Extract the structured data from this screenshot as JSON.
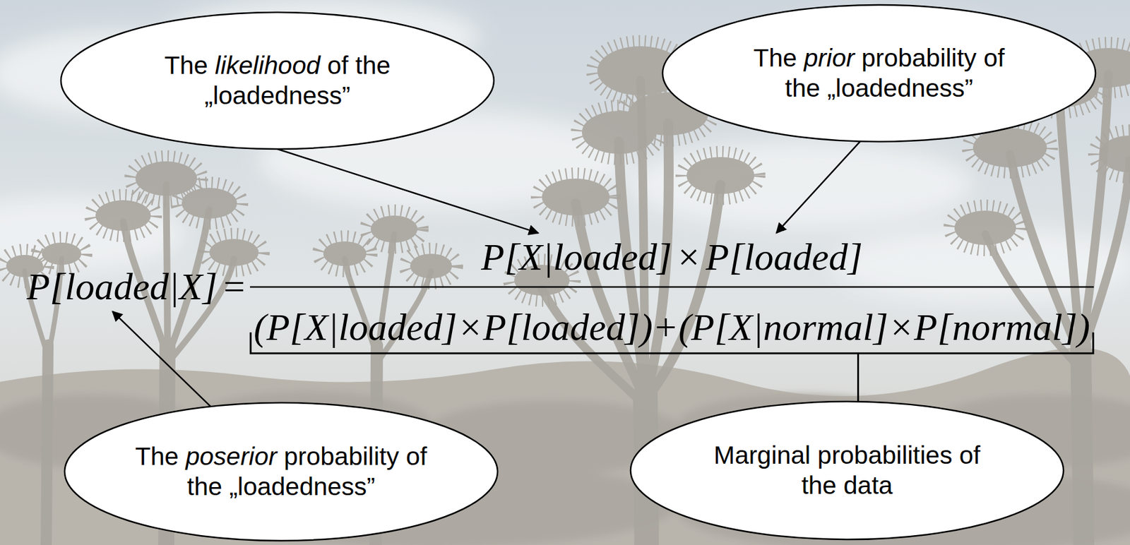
{
  "diagram": {
    "nodes": [
      {
        "text": [
          "The likelihood of the „loadedness”"
        ]
      },
      {
        "text": [
          "The prior probability of the „loadedness”"
        ]
      },
      {
        "text": [
          "The poserior probability of the „loadedness”"
        ]
      },
      {
        "text": [
          "Marginal probabilities of the data"
        ]
      }
    ],
    "labels": [
      "P[loaded|X]",
      "=",
      "P[X|loaded]",
      "×",
      "P[loaded]",
      "(P[X|loaded]×P[loaded])+(P[X|normal]×P[normal])"
    ]
  }
}
